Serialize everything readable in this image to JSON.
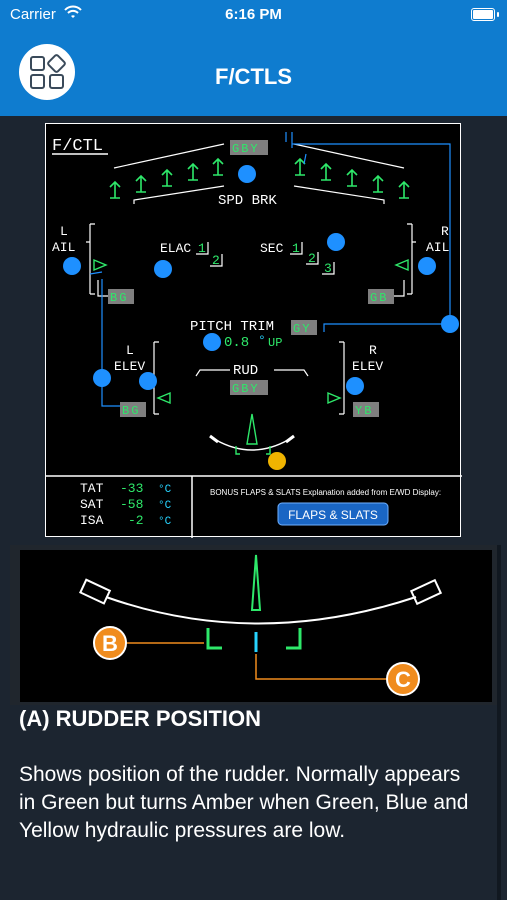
{
  "status_bar": {
    "carrier": "Carrier",
    "time": "6:16 PM"
  },
  "nav": {
    "title": "F/CTLS",
    "menu_icon": "grid-apps-icon"
  },
  "ecam": {
    "page_title": "F/CTL",
    "spd_brk_label": "SPD BRK",
    "spd_brk_hyd": "GBY",
    "l_label": "L",
    "r_label": "R",
    "ail_label": "AIL",
    "elev_label": "ELEV",
    "elac_label": "ELAC",
    "elac_1": "1",
    "elac_2": "2",
    "sec_label": "SEC",
    "sec_1": "1",
    "sec_2": "2",
    "sec_3": "3",
    "l_ail_hyd": "BG",
    "r_ail_hyd": "GB",
    "pitch_trim_label": "PITCH TRIM",
    "pitch_trim_hyd": "GY",
    "pitch_trim_value": "0.8",
    "pitch_trim_unit": "°",
    "pitch_trim_dir": "UP",
    "l_elev_hyd": "BG",
    "r_elev_hyd": "YB",
    "rud_label": "RUD",
    "rud_hyd": "GBY",
    "tat_label": "TAT",
    "tat_value": "-33",
    "sat_label": "SAT",
    "sat_value": "-58",
    "isa_label": "ISA",
    "isa_value": "-2",
    "temp_unit": "°C",
    "bonus_text": "BONUS FLAPS & SLATS Explanation added from E/WD Display:",
    "flaps_button": "FLAPS & SLATS"
  },
  "legend": {
    "marker_b": "B",
    "marker_c": "C"
  },
  "content": {
    "title": "(A) RUDDER POSITION",
    "body": "Shows position of the rudder. Normally appears in Green but turns Amber when Green, Blue and Yellow hydraulic pressures are low."
  },
  "colors": {
    "nav_blue": "#0f7ccf",
    "hotspot_blue": "#1e90ff",
    "hotspot_amber": "#f0b400",
    "ecam_green": "#2ee86a",
    "ecam_cyan": "#27d4ff",
    "marker_orange": "#f08c1e"
  }
}
